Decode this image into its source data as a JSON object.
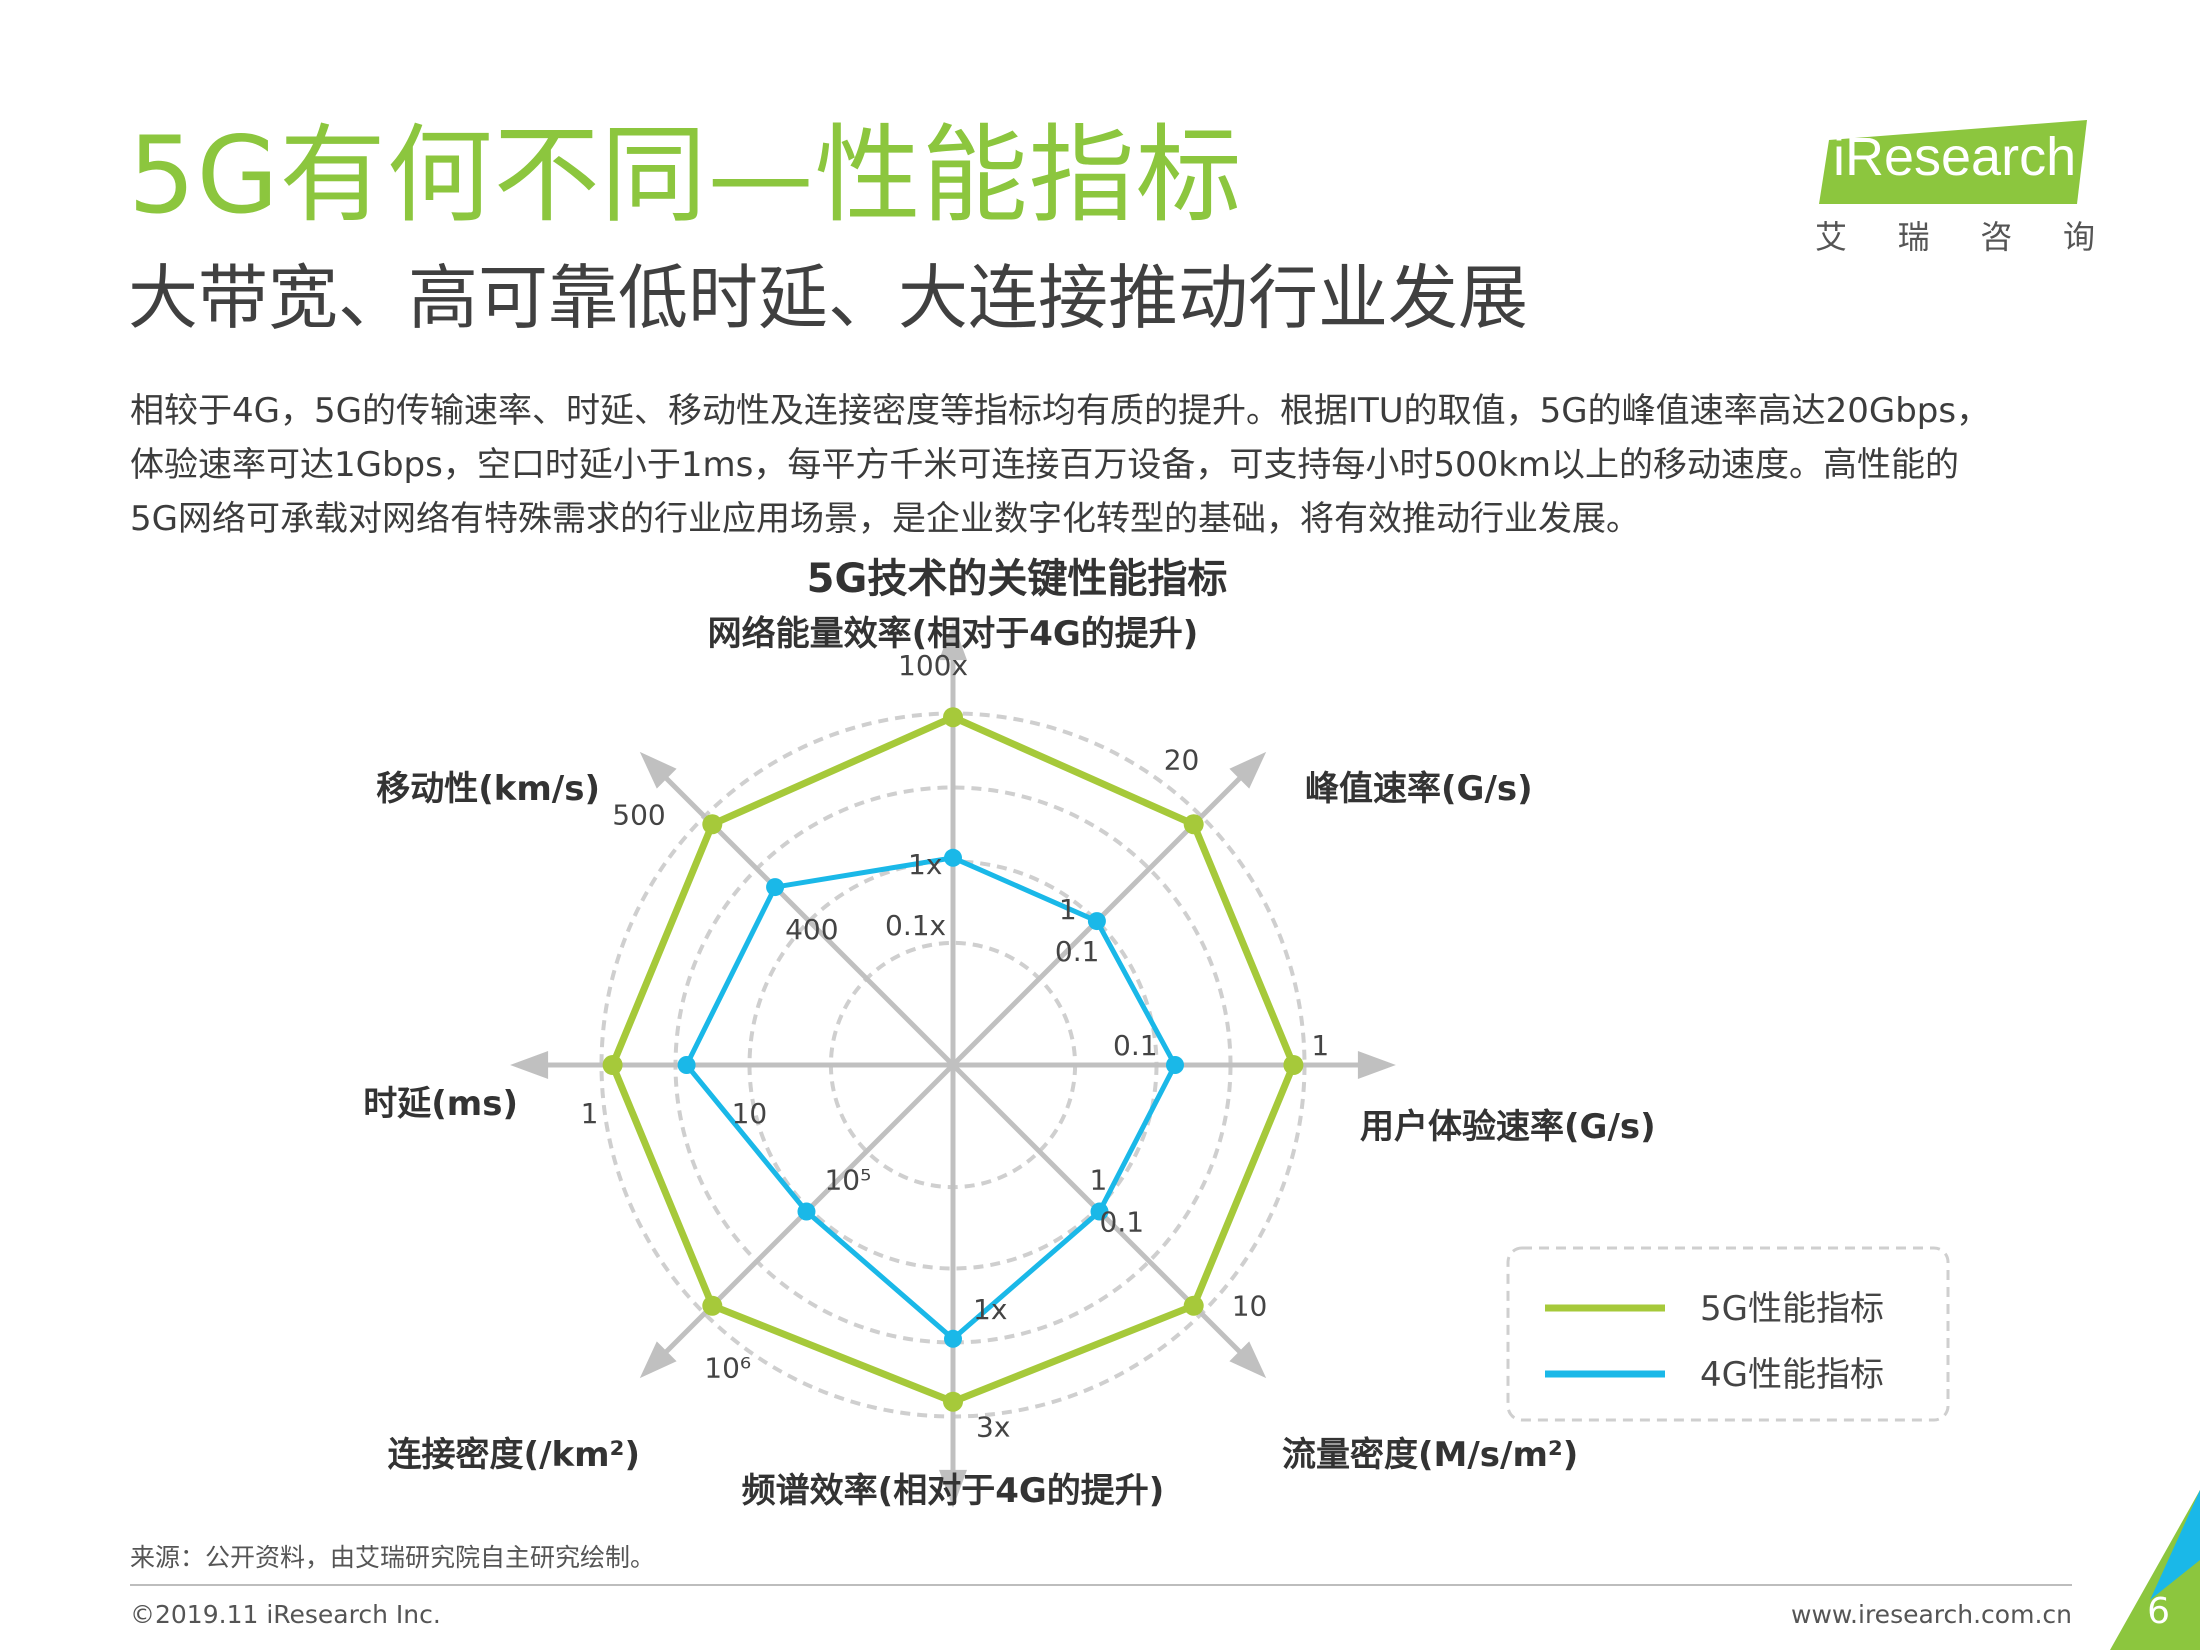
{
  "header": {
    "title": "5G有何不同—性能指标",
    "subtitle": "大带宽、高可靠低时延、大连接推动行业发展",
    "paragraph": [
      "相较于4G，5G的传输速率、时延、移动性及连接密度等指标均有质的提升。根据ITU的取值，5G的峰值速率高达20Gbps，",
      "体验速率可达1Gbps，空口时延小于1ms，每平方千米可连接百万设备，可支持每小时500km以上的移动速度。高性能的",
      "5G网络可承载对网络有特殊需求的行业应用场景，是企业数字化转型的基础，将有效推动行业发展。"
    ]
  },
  "logo": {
    "word": "iResearch",
    "cn": [
      "艾",
      "瑞",
      "咨",
      "询"
    ]
  },
  "colors": {
    "accent": "#8cc63e",
    "series_5g": "#a6c93a",
    "series_4g": "#1ab8e8",
    "axis": "#c0c0c0"
  },
  "chart_data": {
    "type": "radar",
    "title": "5G技术的关键性能指标",
    "axes": [
      {
        "label": "网络能量效率(相对于4G的提升)",
        "ticks": [
          "100x",
          "1x",
          "0.1x"
        ]
      },
      {
        "label": "峰值速率(G/s)",
        "ticks": [
          "20",
          "1",
          "0.1"
        ]
      },
      {
        "label": "用户体验速率(G/s)",
        "ticks": [
          "1",
          "0.1"
        ]
      },
      {
        "label": "流量密度(M/s/m²)",
        "ticks": [
          "10",
          "1",
          "0.1"
        ]
      },
      {
        "label": "频谱效率(相对于4G的提升)",
        "ticks": [
          "3x",
          "1x"
        ]
      },
      {
        "label": "连接密度(/km²)",
        "ticks": [
          "10⁶",
          "10⁵"
        ]
      },
      {
        "label": "时延(ms)",
        "ticks": [
          "1",
          "10"
        ]
      },
      {
        "label": "移动性(km/s)",
        "ticks": [
          "500",
          "400"
        ]
      }
    ],
    "series": [
      {
        "name": "5G性能指标",
        "values": [
          "100x",
          "20",
          "1",
          "10",
          "3x",
          "10⁶",
          "1",
          "500"
        ],
        "levels": [
          0.94,
          0.92,
          0.92,
          0.92,
          0.91,
          0.92,
          0.92,
          0.92
        ]
      },
      {
        "name": "4G性能指标",
        "values": [
          "1x",
          "0.1",
          "0.1",
          "0.1",
          "1x",
          "10⁵",
          "10",
          "400"
        ],
        "levels": [
          0.56,
          0.55,
          0.6,
          0.56,
          0.74,
          0.56,
          0.72,
          0.68
        ]
      }
    ]
  },
  "footer": {
    "source": "来源：公开资料，由艾瑞研究院自主研究绘制。",
    "copyright": "©2019.11 iResearch Inc.",
    "site": "www.iresearch.com.cn",
    "page": "6"
  }
}
